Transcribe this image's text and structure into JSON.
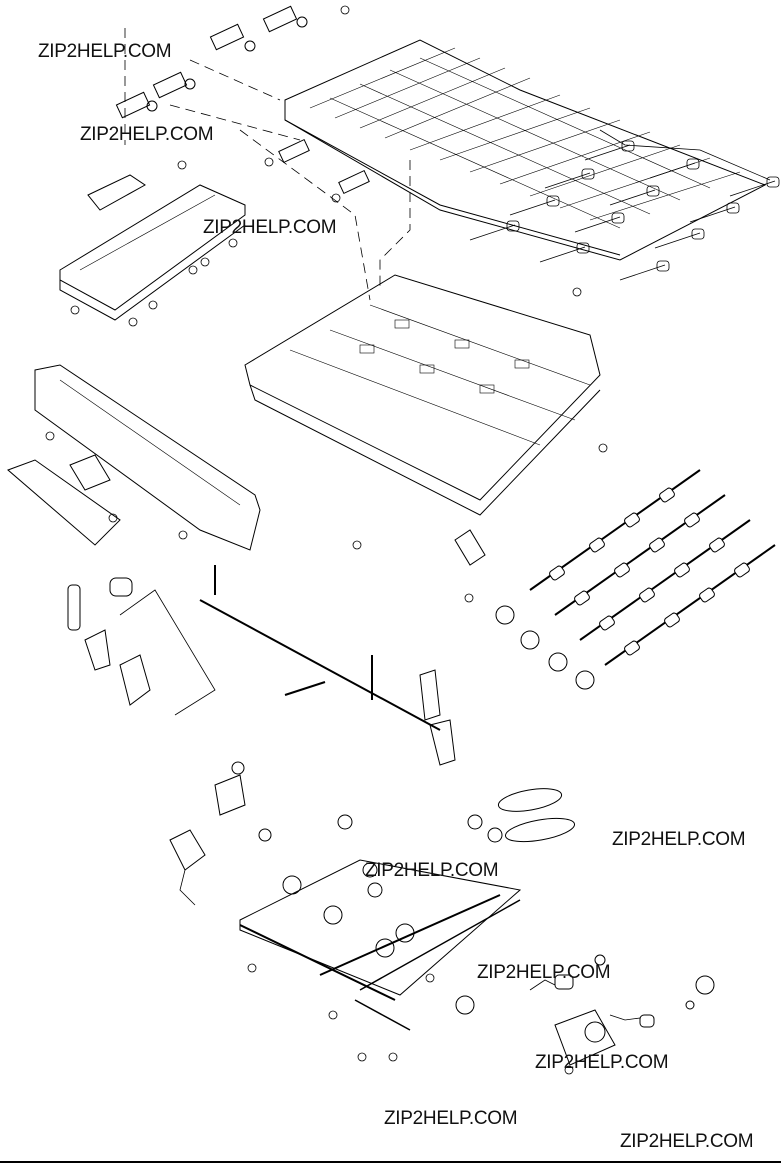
{
  "watermarks": [
    {
      "id": "wm-1",
      "text": "ZIP2HELP.COM"
    },
    {
      "id": "wm-2",
      "text": "ZIP2HELP.COM"
    },
    {
      "id": "wm-3",
      "text": "ZIP2HELP.COM"
    },
    {
      "id": "wm-4",
      "text": "ZIP2HELP.COM"
    },
    {
      "id": "wm-5",
      "text": "ZIP2HELP.COM"
    },
    {
      "id": "wm-6",
      "text": "ZIP2HELP.COM"
    },
    {
      "id": "wm-7",
      "text": "ZIP2HELP.COM"
    },
    {
      "id": "wm-8",
      "text": "ZIP2HELP.COM"
    },
    {
      "id": "wm-9",
      "text": "ZIP2HELP.COM"
    }
  ],
  "colors": {
    "line": "#000000",
    "background": "#ffffff"
  }
}
